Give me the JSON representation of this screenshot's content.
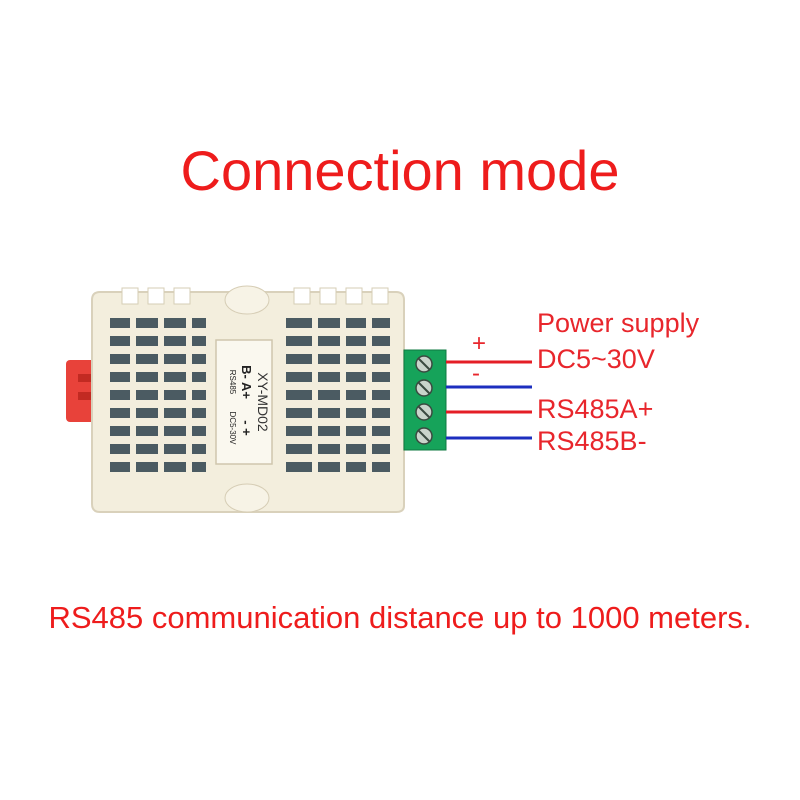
{
  "title": "Connection mode",
  "footer": "RS485 communication distance up to 1000 meters.",
  "device": {
    "label": "XY-MD02",
    "pins_left": "B- A+",
    "rs485_mark": "RS485",
    "pins_right": "- +",
    "voltage_mark": "DC5-30V"
  },
  "wiring": {
    "power_label": "Power supply",
    "plus_sign": "+",
    "minus_sign": "-",
    "lines": [
      {
        "label": "DC5~30V",
        "color": "#e41e26"
      },
      {
        "label": "",
        "color": "#1c2fbf"
      },
      {
        "label": "RS485A+",
        "color": "#e41e26"
      },
      {
        "label": "RS485B-",
        "color": "#1c2fbf"
      }
    ]
  },
  "colors": {
    "text_red": "#ee1c1c",
    "housing": "#f4efe0",
    "terminal_green": "#16a35a",
    "mount_tab": "#e8423a"
  }
}
